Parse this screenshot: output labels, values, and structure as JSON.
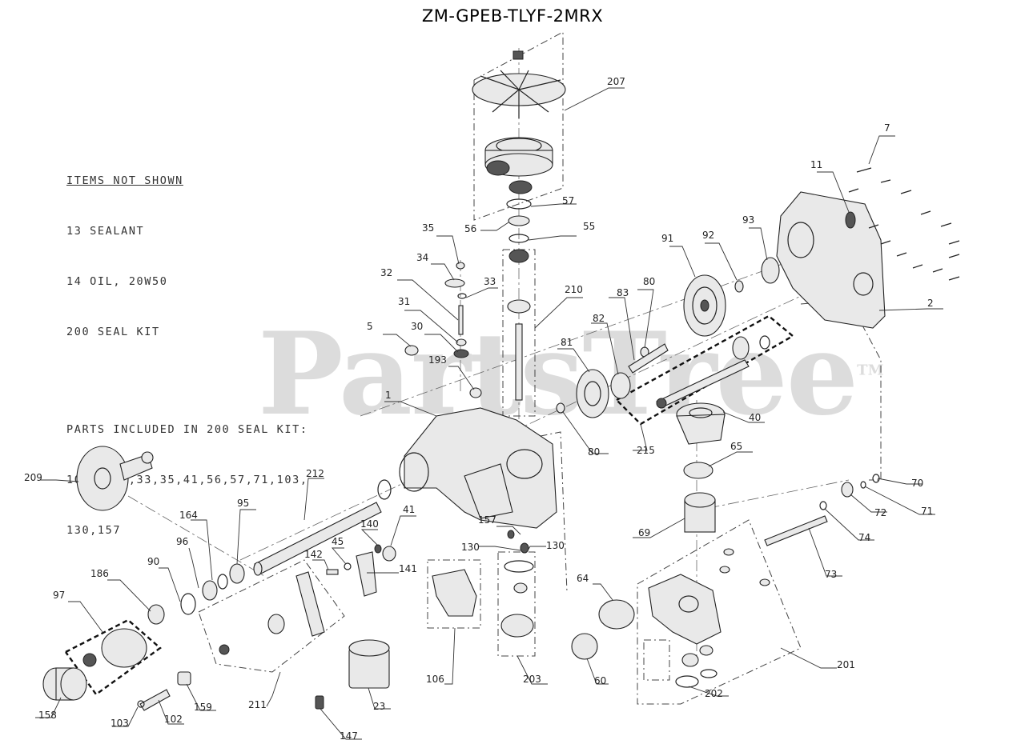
{
  "title": "ZM-GPEB-TLYF-2MRX",
  "notes": {
    "items_not_shown_header": "ITEMS NOT SHOWN",
    "items_not_shown": [
      "13 SEALANT",
      "14 OIL, 20W50",
      "200 SEAL KIT"
    ],
    "seal_kit_header": "PARTS INCLUDED IN 200 SEAL KIT:",
    "seal_kit_lines": [
      "10,30,31,33,35,41,56,57,71,103,",
      "130,157"
    ]
  },
  "watermark": {
    "text": "PartsTree",
    "tm": "TM"
  },
  "callouts": [
    {
      "id": "c207",
      "label": "207"
    },
    {
      "id": "c57",
      "label": "57"
    },
    {
      "id": "c56",
      "label": "56"
    },
    {
      "id": "c55",
      "label": "55"
    },
    {
      "id": "c35",
      "label": "35"
    },
    {
      "id": "c34",
      "label": "34"
    },
    {
      "id": "c33",
      "label": "33"
    },
    {
      "id": "c32",
      "label": "32"
    },
    {
      "id": "c31",
      "label": "31"
    },
    {
      "id": "c30",
      "label": "30"
    },
    {
      "id": "c5",
      "label": "5"
    },
    {
      "id": "c193",
      "label": "193"
    },
    {
      "id": "c1",
      "label": "1"
    },
    {
      "id": "c210",
      "label": "210"
    },
    {
      "id": "c7",
      "label": "7"
    },
    {
      "id": "c11",
      "label": "11"
    },
    {
      "id": "c93",
      "label": "93"
    },
    {
      "id": "c92",
      "label": "92"
    },
    {
      "id": "c91",
      "label": "91"
    },
    {
      "id": "c80a",
      "label": "80"
    },
    {
      "id": "c83",
      "label": "83"
    },
    {
      "id": "c82",
      "label": "82"
    },
    {
      "id": "c81",
      "label": "81"
    },
    {
      "id": "c2",
      "label": "2"
    },
    {
      "id": "c40",
      "label": "40"
    },
    {
      "id": "c215",
      "label": "215"
    },
    {
      "id": "c80b",
      "label": "80"
    },
    {
      "id": "c65",
      "label": "65"
    },
    {
      "id": "c70",
      "label": "70"
    },
    {
      "id": "c71",
      "label": "71"
    },
    {
      "id": "c72",
      "label": "72"
    },
    {
      "id": "c74",
      "label": "74"
    },
    {
      "id": "c69",
      "label": "69"
    },
    {
      "id": "c73",
      "label": "73"
    },
    {
      "id": "c209",
      "label": "209"
    },
    {
      "id": "c212",
      "label": "212"
    },
    {
      "id": "c164",
      "label": "164"
    },
    {
      "id": "c95",
      "label": "95"
    },
    {
      "id": "c41",
      "label": "41"
    },
    {
      "id": "c140",
      "label": "140"
    },
    {
      "id": "c157",
      "label": "157"
    },
    {
      "id": "c130a",
      "label": "130"
    },
    {
      "id": "c130b",
      "label": "130"
    },
    {
      "id": "c45",
      "label": "45"
    },
    {
      "id": "c142",
      "label": "142"
    },
    {
      "id": "c141",
      "label": "141"
    },
    {
      "id": "c96",
      "label": "96"
    },
    {
      "id": "c90",
      "label": "90"
    },
    {
      "id": "c186",
      "label": "186"
    },
    {
      "id": "c97",
      "label": "97"
    },
    {
      "id": "c64",
      "label": "64"
    },
    {
      "id": "c201",
      "label": "201"
    },
    {
      "id": "c106",
      "label": "106"
    },
    {
      "id": "c203",
      "label": "203"
    },
    {
      "id": "c60",
      "label": "60"
    },
    {
      "id": "c202",
      "label": "202"
    },
    {
      "id": "c211",
      "label": "211"
    },
    {
      "id": "c23",
      "label": "23"
    },
    {
      "id": "c159",
      "label": "159"
    },
    {
      "id": "c158",
      "label": "158"
    },
    {
      "id": "c103",
      "label": "103"
    },
    {
      "id": "c102",
      "label": "102"
    },
    {
      "id": "c147",
      "label": "147"
    }
  ]
}
